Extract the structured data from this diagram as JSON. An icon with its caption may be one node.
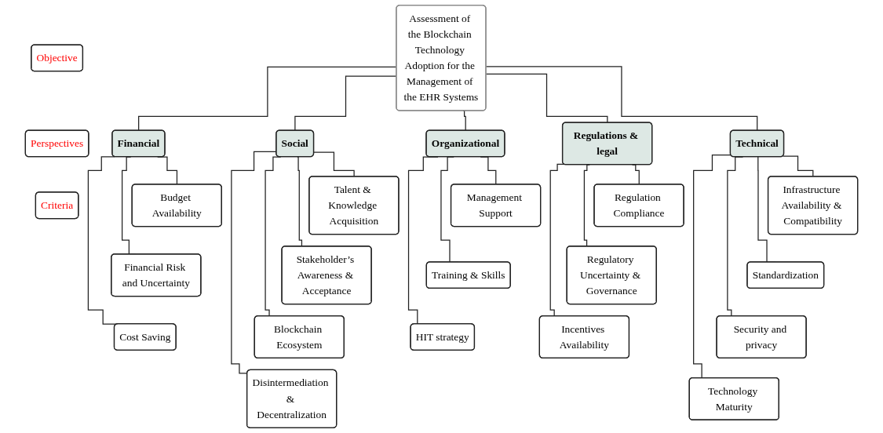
{
  "diagram": {
    "nodes": [
      {
        "text": [
          "Objective"
        ]
      },
      {
        "text": [
          "Perspectives"
        ]
      },
      {
        "text": [
          "Criteria"
        ]
      },
      {
        "text": [
          "Assessment of the Blockchain Technology Adoption for the Management of the EHR Systems"
        ]
      },
      {
        "text": [
          "Financial"
        ]
      },
      {
        "text": [
          "Social"
        ]
      },
      {
        "text": [
          "Technical"
        ]
      },
      {
        "text": [
          "Organizational"
        ]
      },
      {
        "text": [
          "Regulations & legal"
        ]
      },
      {
        "text": [
          "Budget Availability"
        ]
      },
      {
        "text": [
          "Financial Risk and Uncertainty"
        ]
      },
      {
        "text": [
          "Cost Saving"
        ]
      },
      {
        "text": [
          "Talent & Knowledge Acquisition"
        ]
      },
      {
        "text": [
          "Stakeholder’s Awareness & Acceptance"
        ]
      },
      {
        "text": [
          "Blockchain Ecosystem"
        ]
      },
      {
        "text": [
          "Disintermediation & Decentralization"
        ]
      },
      {
        "text": [
          "Infrastructure Availability & Compatibility"
        ]
      },
      {
        "text": [
          "Standardization"
        ]
      },
      {
        "text": [
          "Security and privacy"
        ]
      },
      {
        "text": [
          "Technology Maturity"
        ]
      },
      {
        "text": [
          "Management Support"
        ]
      },
      {
        "text": [
          "Training & Skills"
        ]
      },
      {
        "text": [
          "HIT strategy"
        ]
      },
      {
        "text": [
          "Regulation Compliance"
        ]
      },
      {
        "text": [
          "Regulatory Uncertainty & Governance"
        ]
      },
      {
        "text": [
          "Incentives Availability"
        ]
      }
    ],
    "edges": [
      {
        "from": 3,
        "to": 4,
        "arrow": "none"
      },
      {
        "from": 3,
        "to": 5,
        "arrow": "none"
      },
      {
        "from": 3,
        "to": 6,
        "arrow": "none"
      },
      {
        "from": 3,
        "to": 7,
        "arrow": "none"
      },
      {
        "from": 3,
        "to": 8,
        "arrow": "none"
      },
      {
        "from": 4,
        "to": 9,
        "arrow": "none"
      },
      {
        "from": 4,
        "to": 10,
        "arrow": "none"
      },
      {
        "from": 4,
        "to": 11,
        "arrow": "none"
      },
      {
        "from": 5,
        "to": 12,
        "arrow": "none"
      },
      {
        "from": 5,
        "to": 13,
        "arrow": "none"
      },
      {
        "from": 5,
        "to": 14,
        "arrow": "none"
      },
      {
        "from": 5,
        "to": 15,
        "arrow": "none"
      },
      {
        "from": 6,
        "to": 16,
        "arrow": "none"
      },
      {
        "from": 6,
        "to": 17,
        "arrow": "none"
      },
      {
        "from": 6,
        "to": 18,
        "arrow": "none"
      },
      {
        "from": 6,
        "to": 19,
        "arrow": "none"
      },
      {
        "from": 7,
        "to": 20,
        "arrow": "none"
      },
      {
        "from": 7,
        "to": 21,
        "arrow": "none"
      },
      {
        "from": 7,
        "to": 22,
        "arrow": "none"
      },
      {
        "from": 8,
        "to": 23,
        "arrow": "none"
      },
      {
        "from": 8,
        "to": 24,
        "arrow": "none"
      },
      {
        "from": 8,
        "to": 25,
        "arrow": "none"
      }
    ]
  }
}
